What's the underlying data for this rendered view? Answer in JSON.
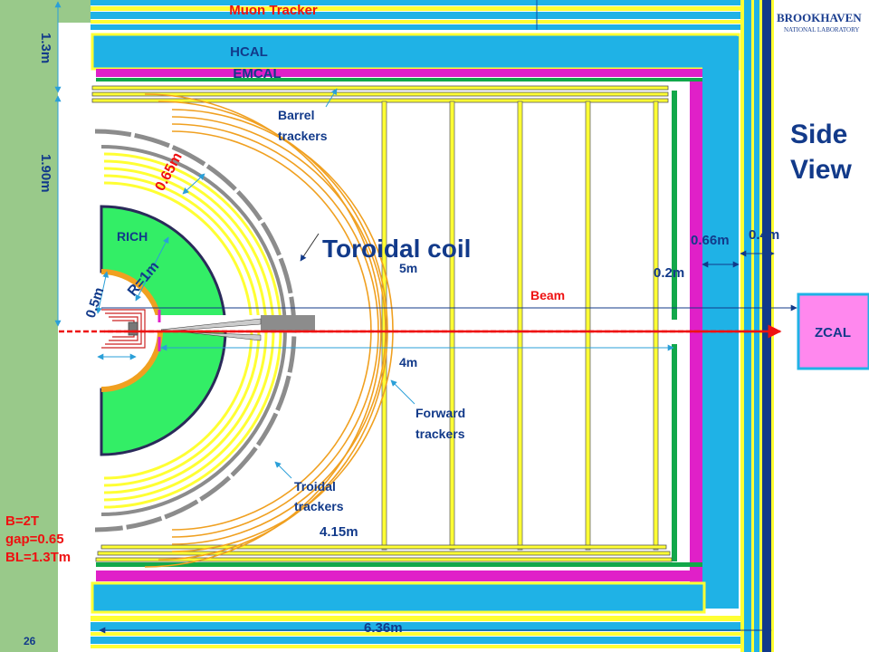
{
  "labels": {
    "muon_tracker": "Muon Tracker",
    "hcal": "HCAL",
    "emcal": "EMCAL",
    "barrel_trackers_1": "Barrel",
    "barrel_trackers_2": "trackers",
    "side_view_1": "Side",
    "side_view_2": "View",
    "rich": "RICH",
    "toroidal_coil": "Toroidal coil",
    "beam": "Beam",
    "zcal": "ZCAL",
    "forward_trackers_1": "Forward",
    "forward_trackers_2": "trackers",
    "troidal_trackers_1": "Troidal",
    "troidal_trackers_2": "trackers",
    "logo_line1": "BROOKHAVEN",
    "logo_line2": "NATIONAL LABORATORY",
    "page_number": "26"
  },
  "dimensions": {
    "d_1_3m": "1.3m",
    "d_1_90m": "1.90m",
    "d_0_65m": "0.65m",
    "d_0_5m": "0.5m",
    "d_r1m": "R=1m",
    "d_5m": "5m",
    "d_4m": "4m",
    "d_4_15m": "4.15m",
    "d_6_36m": "6.36m",
    "d_0_66m": "0.66m",
    "d_0_4m": "0.4m",
    "d_0_2m": "0.2m"
  },
  "params": {
    "b_field": "B=2T",
    "gap": "gap=0.65",
    "bl": "BL=1.3Tm"
  },
  "colors": {
    "cyan": "#1fb2e6",
    "yellow": "#ffff33",
    "magenta": "#e020c8",
    "green": "#12a84a",
    "navy": "#123a8a",
    "rich_green": "#33ee66",
    "orange": "#f0a020",
    "red": "#ee1111",
    "zcal_pink": "#ff88ee"
  }
}
